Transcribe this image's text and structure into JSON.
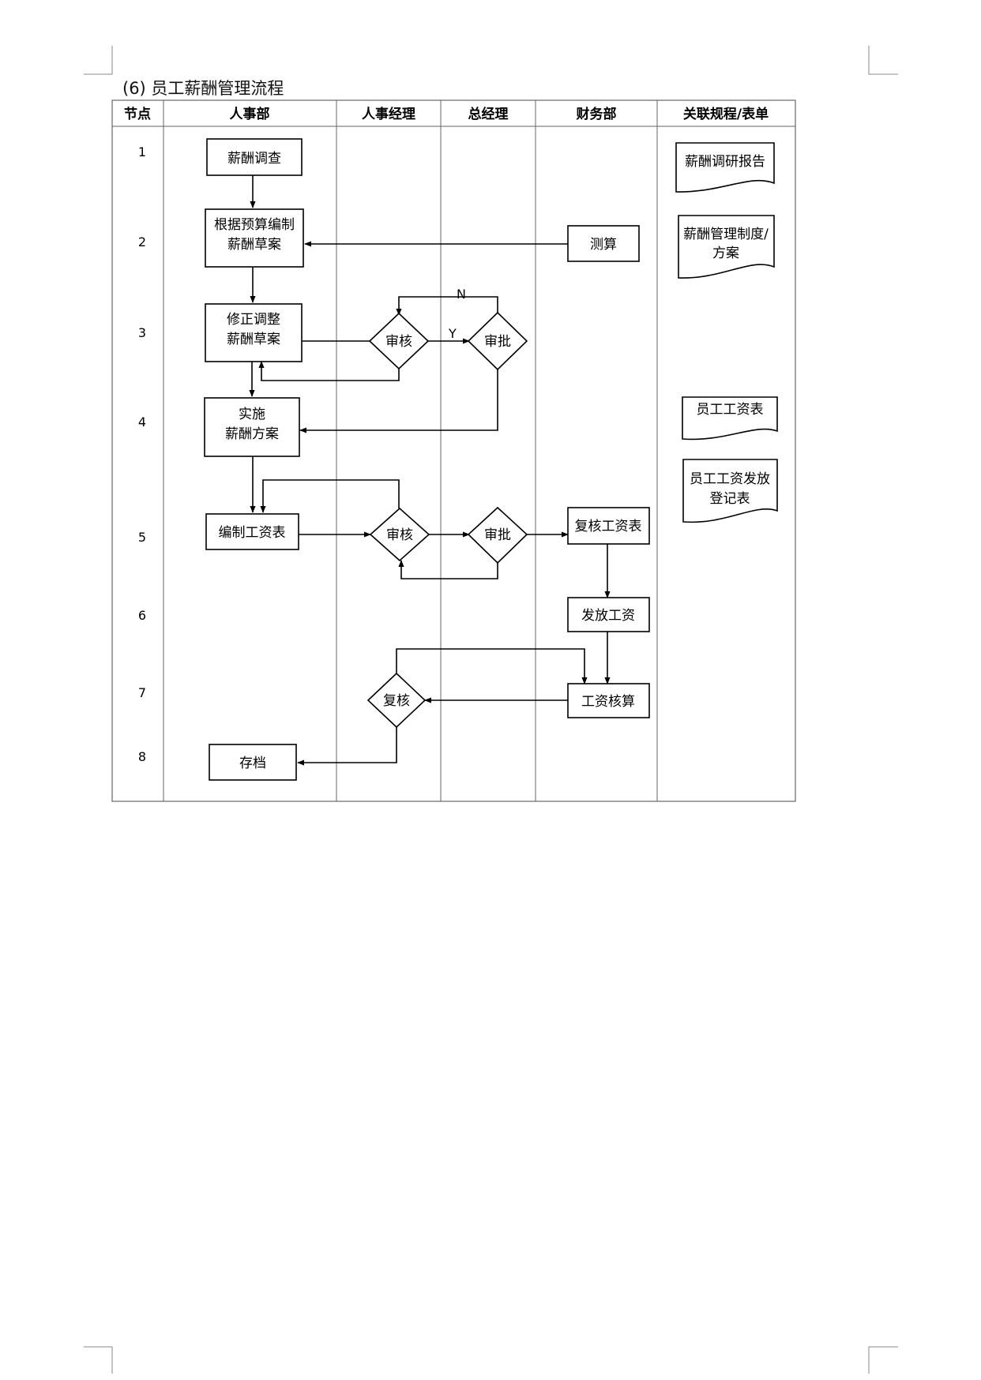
{
  "page": {
    "section_title": "(6)  员工薪酬管理流程"
  },
  "table": {
    "headers": [
      "节点",
      "人事部",
      "人事经理",
      "总经理",
      "财务部",
      "关联规程/表单"
    ],
    "node_numbers": [
      "1",
      "2",
      "3",
      "4",
      "5",
      "6",
      "7",
      "8"
    ]
  },
  "flow": {
    "process_boxes": [
      {
        "id": "p1",
        "lines": [
          "薪酬调查"
        ]
      },
      {
        "id": "p2",
        "lines": [
          "根据预算编制",
          "薪酬草案"
        ]
      },
      {
        "id": "p3",
        "lines": [
          "测算"
        ]
      },
      {
        "id": "p4",
        "lines": [
          "修正调整",
          "薪酬草案"
        ]
      },
      {
        "id": "p5",
        "lines": [
          "实施",
          "薪酬方案"
        ]
      },
      {
        "id": "p6",
        "lines": [
          "编制工资表"
        ]
      },
      {
        "id": "p7",
        "lines": [
          "复核工资表"
        ]
      },
      {
        "id": "p8",
        "lines": [
          "发放工资"
        ]
      },
      {
        "id": "p9",
        "lines": [
          "工资核算"
        ]
      },
      {
        "id": "p10",
        "lines": [
          "存档"
        ]
      }
    ],
    "decisions": [
      {
        "id": "d1",
        "label": "审核"
      },
      {
        "id": "d2",
        "label": "审批"
      },
      {
        "id": "d3",
        "label": "审核"
      },
      {
        "id": "d4",
        "label": "审批"
      },
      {
        "id": "d5",
        "label": "复核"
      }
    ],
    "edge_labels": {
      "no": "N",
      "yes": "Y"
    },
    "documents": [
      {
        "id": "doc1",
        "lines": [
          "薪酬调研报告"
        ]
      },
      {
        "id": "doc2",
        "lines": [
          "薪酬管理制度/",
          "方案"
        ]
      },
      {
        "id": "doc3",
        "lines": [
          "员工工资表"
        ]
      },
      {
        "id": "doc4",
        "lines": [
          "员工工资发放",
          "登记表"
        ]
      }
    ]
  }
}
